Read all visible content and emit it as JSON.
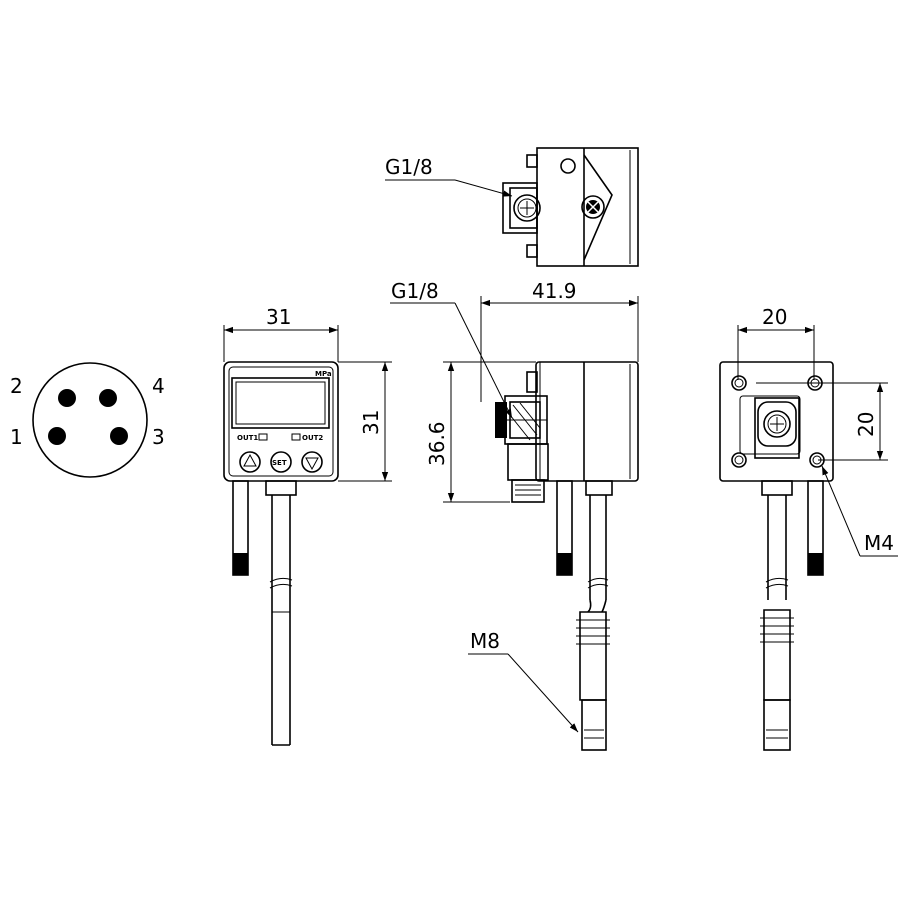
{
  "connector": {
    "pins": [
      "1",
      "2",
      "3",
      "4"
    ]
  },
  "front_view": {
    "width_label": "31",
    "height_label": "31",
    "display": {
      "unit_label": "MPa",
      "out1_label": "OUT1",
      "out2_label": "OUT2",
      "set_label": "SET"
    }
  },
  "top_view": {
    "port_label": "G1/8"
  },
  "side_view": {
    "port_label": "G1/8",
    "width_label": "41.9",
    "height_label": "36.6",
    "cable_connector_label": "M8"
  },
  "back_view": {
    "hole_spacing_h": "20",
    "hole_spacing_v": "20",
    "thread_label": "M4"
  }
}
